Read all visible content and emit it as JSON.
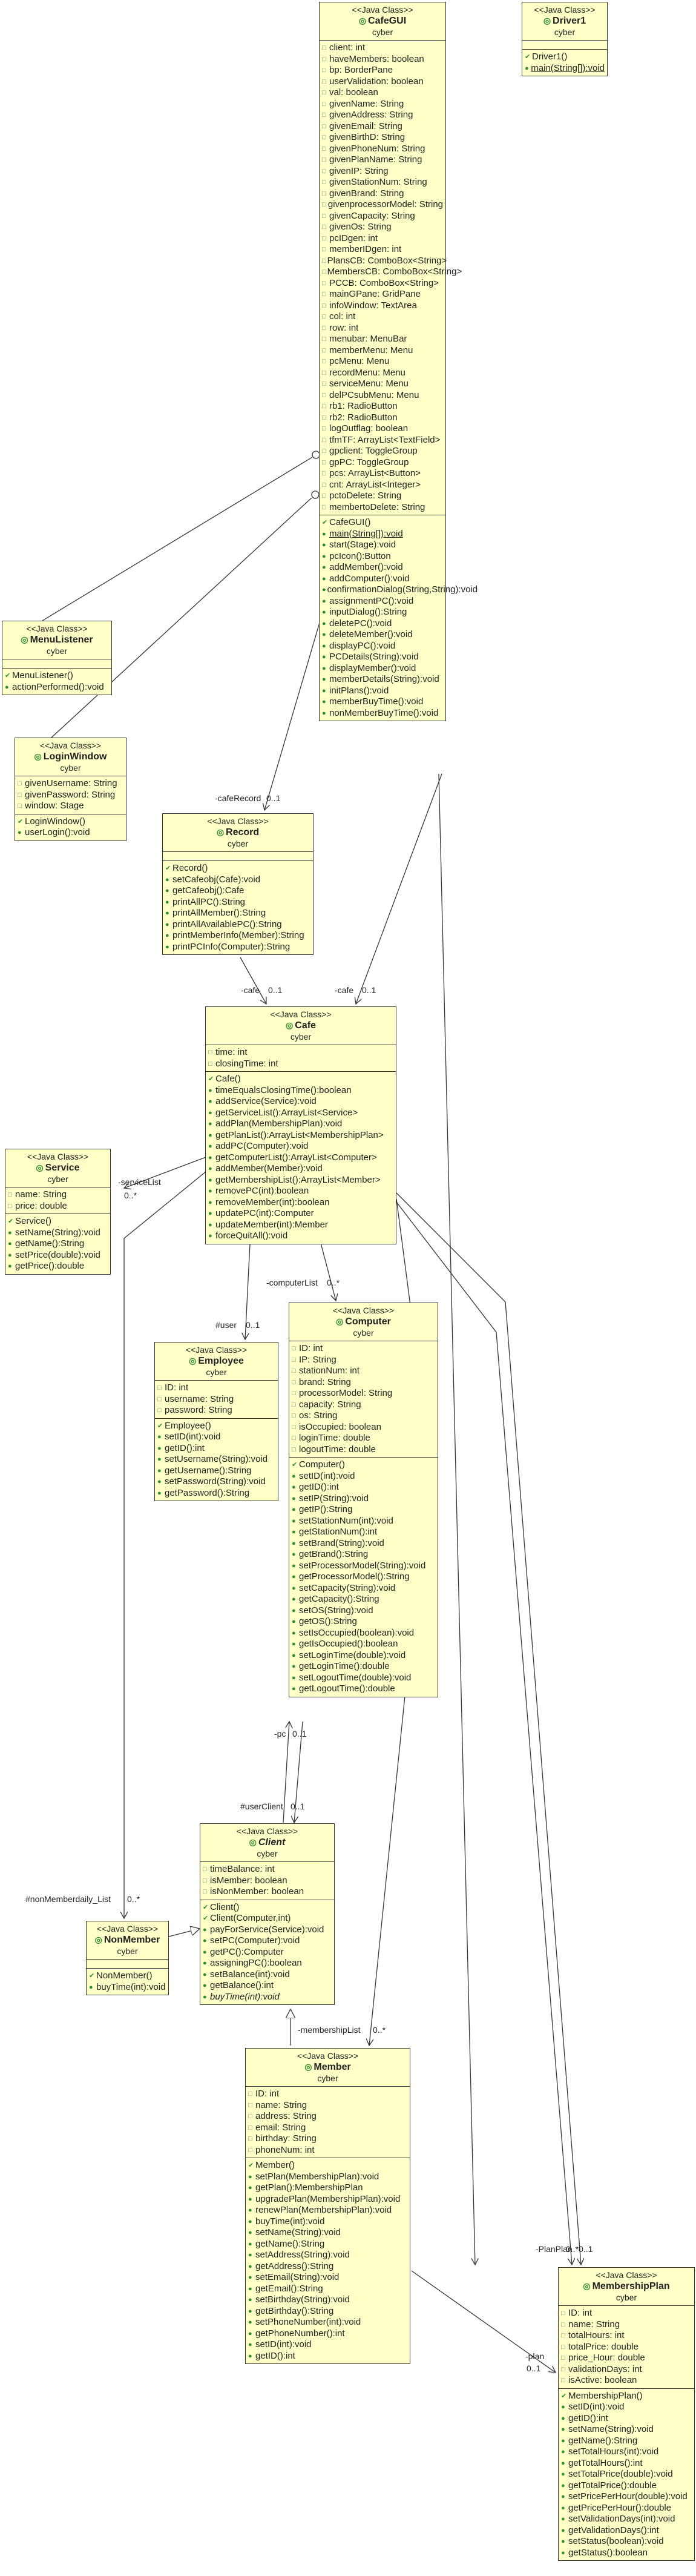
{
  "classes": {
    "CafeGUI": {
      "stereotype": "<<Java Class>>",
      "name": "CafeGUI",
      "package": "cyber",
      "fields": [
        "client: int",
        "haveMembers: boolean",
        "bp: BorderPane",
        "userValidation: boolean",
        "val: boolean",
        "givenName: String",
        "givenAddress: String",
        "givenEmail: String",
        "givenBirthD: String",
        "givenPhoneNum: String",
        "givenPlanName: String",
        "givenIP: String",
        "givenStationNum: String",
        "givenBrand: String",
        "givenprocessorModel: String",
        "givenCapacity: String",
        "givenOs: String",
        "pcIDgen: int",
        "memberIDgen: int",
        "PlansCB: ComboBox<String>",
        "MembersCB: ComboBox<String>",
        "PCCB: ComboBox<String>",
        "mainGPane: GridPane",
        "infoWindow: TextArea",
        "col: int",
        "row: int",
        "menubar: MenuBar",
        "memberMenu: Menu",
        "pcMenu: Menu",
        "recordMenu: Menu",
        "serviceMenu: Menu",
        "delPCsubMenu: Menu",
        "rb1: RadioButton",
        "rb2: RadioButton",
        "logOutflag: boolean",
        "tfmTF: ArrayList<TextField>",
        "gpclient: ToggleGroup",
        "gpPC: ToggleGroup",
        "pcs: ArrayList<Button>",
        "cnt: ArrayList<Integer>",
        "pctoDelete: String",
        "membertoDelete: String"
      ],
      "methods": [
        "CafeGUI()",
        "main(String[]):void",
        "start(Stage):void",
        "pcIcon():Button",
        "addMember():void",
        "addComputer():void",
        "confirmationDialog(String,String):void",
        "assignmentPC():void",
        "inputDialog():String",
        "deletePC():void",
        "deleteMember():void",
        "displayPC():void",
        "PCDetails(String):void",
        "displayMember():void",
        "memberDetails(String):void",
        "initPlans():void",
        "memberBuyTime():void",
        "nonMemberBuyTime():void"
      ]
    },
    "Driver1": {
      "stereotype": "<<Java Class>>",
      "name": "Driver1",
      "package": "cyber",
      "fields": [],
      "methods": [
        "Driver1()",
        "main(String[]):void"
      ]
    },
    "MenuListener": {
      "stereotype": "<<Java Class>>",
      "name": "MenuListener",
      "package": "cyber",
      "fields": [],
      "methods": [
        "MenuListener()",
        "actionPerformed():void"
      ]
    },
    "LoginWindow": {
      "stereotype": "<<Java Class>>",
      "name": "LoginWindow",
      "package": "cyber",
      "fields": [
        "givenUsername: String",
        "givenPassword: String",
        "window: Stage"
      ],
      "methods": [
        "LoginWindow()",
        "userLogin():void"
      ]
    },
    "Record": {
      "stereotype": "<<Java Class>>",
      "name": "Record",
      "package": "cyber",
      "fields": [],
      "methods": [
        "Record()",
        "setCafeobj(Cafe):void",
        "getCafeobj():Cafe",
        "printAllPC():String",
        "printAllMember():String",
        "printAllAvailablePC():String",
        "printMemberInfo(Member):String",
        "printPCInfo(Computer):String"
      ]
    },
    "Cafe": {
      "stereotype": "<<Java Class>>",
      "name": "Cafe",
      "package": "cyber",
      "fields": [
        "time: int",
        "closingTime: int"
      ],
      "methods": [
        "Cafe()",
        "timeEqualsClosingTime():boolean",
        "addService(Service):void",
        "getServiceList():ArrayList<Service>",
        "addPlan(MembershipPlan):void",
        "getPlanList():ArrayList<MembershipPlan>",
        "addPC(Computer):void",
        "getComputerList():ArrayList<Computer>",
        "addMember(Member):void",
        "getMembershipList():ArrayList<Member>",
        "removePC(int):boolean",
        "removeMember(int):boolean",
        "updatePC(int):Computer",
        "updateMember(int):Member",
        "forceQuitAll():void"
      ]
    },
    "Service": {
      "stereotype": "<<Java Class>>",
      "name": "Service",
      "package": "cyber",
      "fields": [
        "name: String",
        "price: double"
      ],
      "methods": [
        "Service()",
        "setName(String):void",
        "getName():String",
        "setPrice(double):void",
        "getPrice():double"
      ]
    },
    "Employee": {
      "stereotype": "<<Java Class>>",
      "name": "Employee",
      "package": "cyber",
      "fields": [
        "ID: int",
        "username: String",
        "password: String"
      ],
      "methods": [
        "Employee()",
        "setID(int):void",
        "getID():int",
        "setUsername(String):void",
        "getUsername():String",
        "setPassword(String):void",
        "getPassword():String"
      ]
    },
    "Computer": {
      "stereotype": "<<Java Class>>",
      "name": "Computer",
      "package": "cyber",
      "fields": [
        "ID: int",
        "IP: String",
        "stationNum: int",
        "brand: String",
        "processorModel: String",
        "capacity: String",
        "os: String",
        "isOccupied: boolean",
        "loginTime: double",
        "logoutTime: double"
      ],
      "methods": [
        "Computer()",
        "setID(int):void",
        "getID():int",
        "setIP(String):void",
        "getIP():String",
        "setStationNum(int):void",
        "getStationNum():int",
        "setBrand(String):void",
        "getBrand():String",
        "setProcessorModel(String):void",
        "getProcessorModel():String",
        "setCapacity(String):void",
        "getCapacity():String",
        "setOS(String):void",
        "getOS():String",
        "setIsOccupied(boolean):void",
        "getIsOccupied():boolean",
        "setLoginTime(double):void",
        "getLoginTime():double",
        "setLogoutTime(double):void",
        "getLogoutTime():double"
      ]
    },
    "Client": {
      "stereotype": "<<Java Class>>",
      "name": "Client",
      "package": "cyber",
      "fields": [
        "timeBalance: int",
        "isMember: boolean",
        "isNonMember: boolean"
      ],
      "methods": [
        "Client()",
        "Client(Computer,int)",
        "payForService(Service):void",
        "setPC(Computer):void",
        "getPC():Computer",
        "assigningPC():boolean",
        "setBalance(int):void",
        "getBalance():int",
        "buyTime(int):void"
      ]
    },
    "NonMember": {
      "stereotype": "<<Java Class>>",
      "name": "NonMember",
      "package": "cyber",
      "fields": [],
      "methods": [
        "NonMember()",
        "buyTime(int):void"
      ]
    },
    "Member": {
      "stereotype": "<<Java Class>>",
      "name": "Member",
      "package": "cyber",
      "fields": [
        "ID: int",
        "name: String",
        "address: String",
        "email: String",
        "birthday: String",
        "phoneNum: int"
      ],
      "methods": [
        "Member()",
        "setPlan(MembershipPlan):void",
        "getPlan():MembershipPlan",
        "upgradePlan(MembershipPlan):void",
        "renewPlan(MembershipPlan):void",
        "buyTime(int):void",
        "setName(String):void",
        "getName():String",
        "setAddress(String):void",
        "getAddress():String",
        "setEmail(String):void",
        "getEmail():String",
        "setBirthday(String):void",
        "getBirthday():String",
        "setPhoneNumber(int):void",
        "getPhoneNumber():int",
        "setID(int):void",
        "getID():int"
      ]
    },
    "MembershipPlan": {
      "stereotype": "<<Java Class>>",
      "name": "MembershipPlan",
      "package": "cyber",
      "fields": [
        "ID: int",
        "name: String",
        "totalHours: int",
        "totalPrice: double",
        "price_Hour: double",
        "validationDays: int",
        "isActive: boolean"
      ],
      "methods": [
        "MembershipPlan()",
        "setID(int):void",
        "getID():int",
        "setName(String):void",
        "getName():String",
        "setTotalHours(int):void",
        "getTotalHours():int",
        "setTotalPrice(double):void",
        "getTotalPrice():double",
        "setPricePerHour(double):void",
        "getPricePerHour():double",
        "setValidationDays(int):void",
        "getValidationDays():int",
        "setStatus(boolean):void",
        "getStatus():boolean"
      ]
    }
  },
  "labels": {
    "cafeRecord": "-cafeRecord",
    "cafeRecord_mult": "0..1",
    "cafe1": "-cafe",
    "cafe1_mult": "0..1",
    "cafe2": "-cafe",
    "cafe2_mult": "0..1",
    "serviceList": "-serviceList",
    "serviceList_mult": "0..*",
    "user": "#user",
    "user_mult": "0..1",
    "computerList": "-computerList",
    "computerList_mult": "0..*",
    "pc": "-pc",
    "pc_mult": "0..1",
    "userClient": "#userClient",
    "userClient_mult": "0..1",
    "nonMemberList": "#nonMemberdaily_List",
    "nonMemberList_mult": "0..*",
    "membershipList": "-membershipList",
    "membershipList_mult": "0..*",
    "planPlan": "-PlanPlan",
    "planPlan_mult": "0..*0..1",
    "plan": "-plan",
    "plan_mult": "0..1"
  }
}
